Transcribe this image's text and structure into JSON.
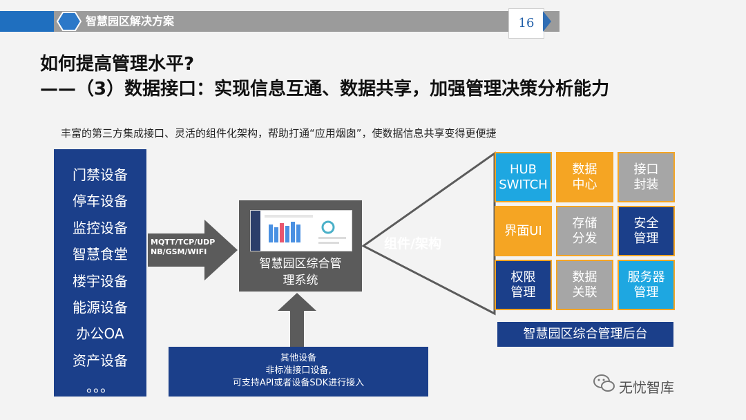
{
  "header": {
    "title": "智慧园区解决方案",
    "page_number": "16"
  },
  "headings": {
    "line1": "如何提高管理水平?",
    "line2": "——（3）数据接口：实现信息互通、数据共享，加强管理决策分析能力"
  },
  "subtitle": "丰富的第三方集成接口、灵活的组件化架构，帮助打通“应用烟囱”，使数据信息共享变得更便捷",
  "left_devices": [
    "门禁设备",
    "停车设备",
    "监控设备",
    "智慧食堂",
    "楼宇设备",
    "能源设备",
    "办公OA",
    "资产设备",
    "。。。"
  ],
  "arrow_protocols": {
    "line1": "MQTT/TCP/UDP",
    "line2": "NB/GSM/WIFI"
  },
  "center": {
    "label_line1": "智慧园区综合管",
    "label_line2": "理系统"
  },
  "bottom_box": {
    "line1": "其他设备",
    "line2": "非标准接口设备,",
    "line3": "可支持API或者设备SDK进行接入"
  },
  "component_label": "组件/架构",
  "grid_cells": [
    {
      "line1": "HUB",
      "line2": "SWITCH",
      "color": "#1ea7e1"
    },
    {
      "line1": "数据",
      "line2": "中心",
      "color": "#f5a523"
    },
    {
      "line1": "接口",
      "line2": "封装",
      "color": "#a6a6a6"
    },
    {
      "line1": "界面UI",
      "line2": "",
      "color": "#f5a523"
    },
    {
      "line1": "存储",
      "line2": "分发",
      "color": "#a6a6a6"
    },
    {
      "line1": "安全",
      "line2": "管理",
      "color": "#1b3f8a"
    },
    {
      "line1": "权限",
      "line2": "管理",
      "color": "#1b3f8a"
    },
    {
      "line1": "数据",
      "line2": "关联",
      "color": "#a6a6a6"
    },
    {
      "line1": "服务器",
      "line2": "管理",
      "color": "#1ea7e1"
    }
  ],
  "backend_label": "智慧园区综合管理后台",
  "watermark": "无忧智库",
  "colors": {
    "navy": "#1b3f8a",
    "gray": "#5b5b5b",
    "orange": "#f5a523",
    "cyan": "#1ea7e1",
    "header_blue": "#1f6fbf"
  }
}
